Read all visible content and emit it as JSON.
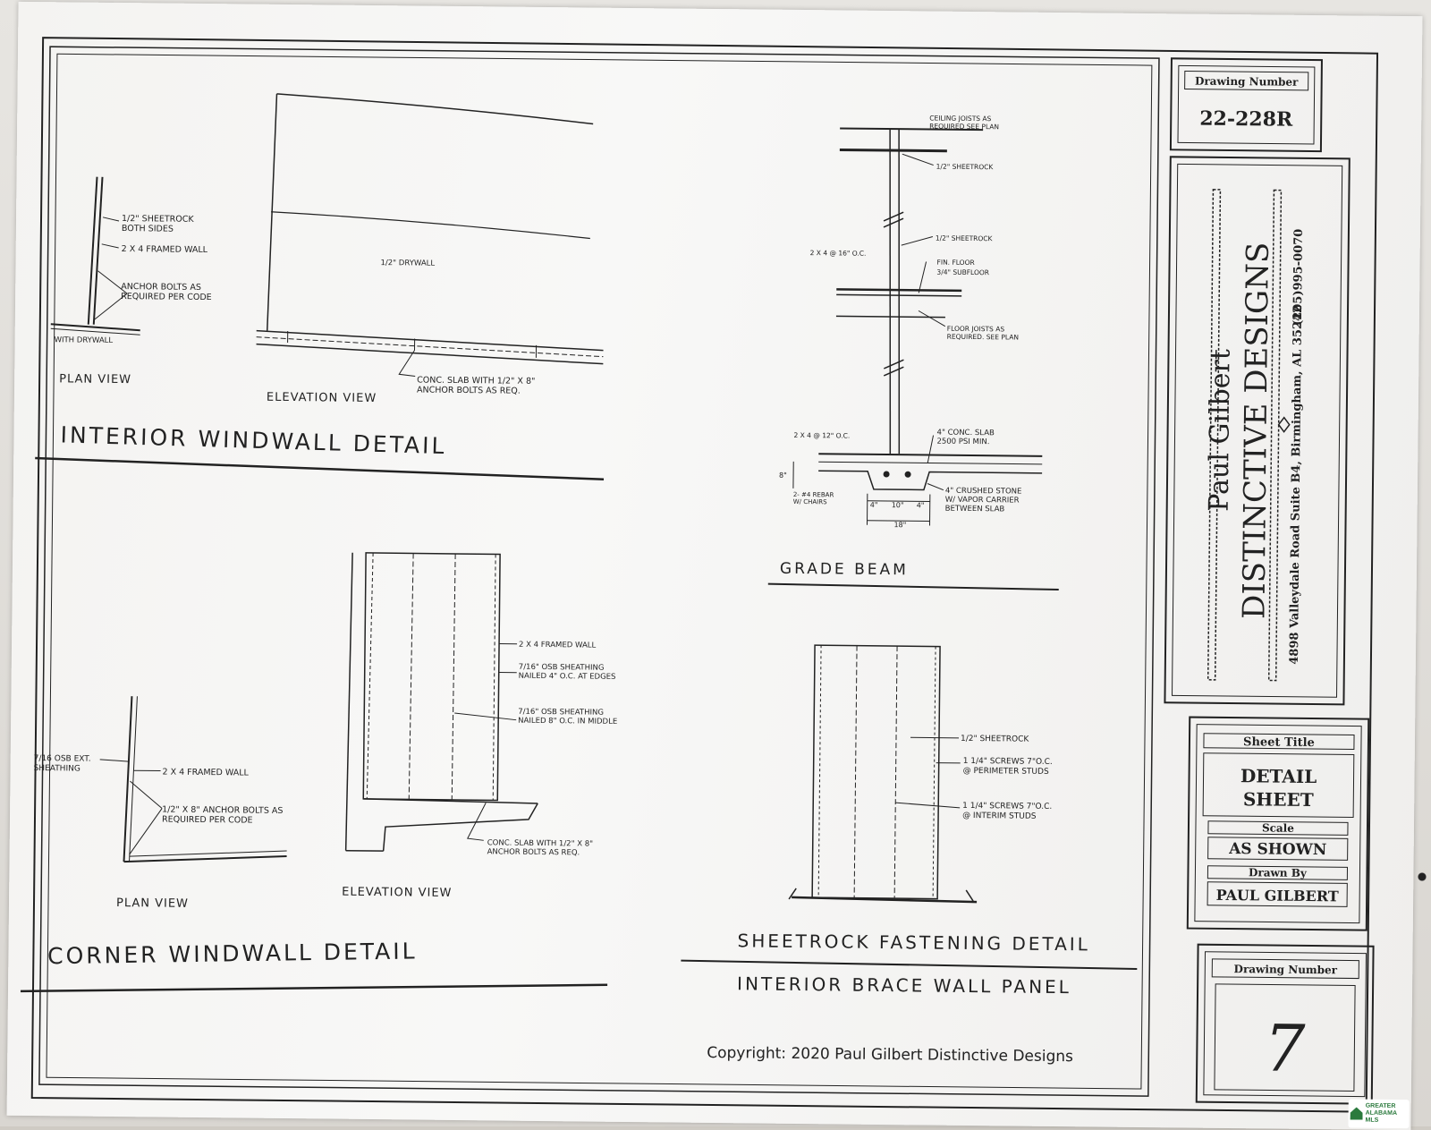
{
  "title_block": {
    "drawing_number_label_top": "Drawing Number",
    "drawing_number_top": "22-228R",
    "company_person": "Paul Gilbert",
    "company_name": "DISTINCTIVE DESIGNS",
    "company_address": "4898 Valleydale Road Suite B4, Birmingham, AL 35242",
    "company_phone": "(205)995-0070",
    "sheet_title_label": "Sheet Title",
    "sheet_title_line1": "DETAIL",
    "sheet_title_line2": "SHEET",
    "scale_label": "Scale",
    "scale_value": "AS SHOWN",
    "drawn_by_label": "Drawn By",
    "drawn_by_value": "PAUL GILBERT",
    "drawing_number_label_bottom": "Drawing Number",
    "drawing_number_bottom": "7"
  },
  "interior_windwall": {
    "title": "INTERIOR WINDWALL DETAIL",
    "plan_view_label": "PLAN VIEW",
    "elevation_view_label": "ELEVATION VIEW",
    "note_sheetrock_1": "1/2\" SHEETROCK",
    "note_sheetrock_2": "BOTH SIDES",
    "note_framed_wall": "2 X 4 FRAMED WALL",
    "note_anchor_1": "ANCHOR BOLTS AS",
    "note_anchor_2": "REQUIRED PER CODE",
    "note_with_drywall": "WITH DRYWALL",
    "note_drywall": "1/2\" DRYWALL",
    "note_slab_1": "CONC. SLAB WITH 1/2\" X 8\"",
    "note_slab_2": "ANCHOR BOLTS AS REQ."
  },
  "grade_beam": {
    "title": "GRADE BEAM",
    "note_ceiling_1": "CEILING JOISTS AS",
    "note_ceiling_2": "REQUIRED SEE PLAN",
    "note_sheetrock_a": "1/2\" SHEETROCK",
    "note_sheetrock_b": "1/2\" SHEETROCK",
    "note_stud_16": "2 X 4 @ 16\" O.C.",
    "note_fin_floor": "FIN. FLOOR",
    "note_subfloor": "3/4\" SUBFLOOR",
    "note_floor_joists_1": "FLOOR JOISTS AS",
    "note_floor_joists_2": "REQUIRED. SEE PLAN",
    "note_stud_12": "2 X 4 @ 12\" O.C.",
    "note_conc_slab_1": "4\" CONC. SLAB",
    "note_conc_slab_2": "2500 PSI MIN.",
    "note_dim_8": "8\"",
    "note_rebar_1": "2- #4 REBAR",
    "note_rebar_2": "W/ CHAIRS",
    "note_stone_1": "4\" CRUSHED STONE",
    "note_stone_2": "W/ VAPOR CARRIER",
    "note_stone_3": "BETWEEN SLAB",
    "dim_4a": "4\"",
    "dim_10": "10\"",
    "dim_4b": "4\"",
    "dim_18": "18\""
  },
  "corner_windwall": {
    "title": "CORNER WINDWALL DETAIL",
    "plan_view_label": "PLAN VIEW",
    "elevation_view_label": "ELEVATION VIEW",
    "note_osb_ext_1": "7/16 OSB EXT.",
    "note_osb_ext_2": "SHEATHING",
    "note_framed_wall_plan": "2 X 4 FRAMED WALL",
    "note_anchor_1": "1/2\" X 8\" ANCHOR BOLTS AS",
    "note_anchor_2": "REQUIRED PER CODE",
    "note_framed_wall_elev": "2 X 4 FRAMED WALL",
    "note_osb_edges_1": "7/16\" OSB SHEATHING",
    "note_osb_edges_2": "NAILED 4\" O.C. AT EDGES",
    "note_osb_middle_1": "7/16\" OSB SHEATHING",
    "note_osb_middle_2": "NAILED 8\" O.C. IN MIDDLE",
    "note_slab_1": "CONC. SLAB WITH 1/2\" X 8\"",
    "note_slab_2": "ANCHOR BOLTS AS REQ."
  },
  "sheetrock_fastening": {
    "title": "SHEETROCK FASTENING DETAIL",
    "subtitle": "INTERIOR BRACE WALL PANEL",
    "note_sheetrock": "1/2\" SHEETROCK",
    "note_perim_1": "1 1/4\" SCREWS 7\"O.C.",
    "note_perim_2": "@ PERIMETER STUDS",
    "note_interim_1": "1 1/4\" SCREWS 7\"O.C.",
    "note_interim_2": "@ INTERIM STUDS"
  },
  "copyright": "Copyright:  2020 Paul Gilbert Distinctive Designs",
  "watermark": {
    "line1": "GREATER",
    "line2": "ALABAMA",
    "line3": "MLS"
  }
}
